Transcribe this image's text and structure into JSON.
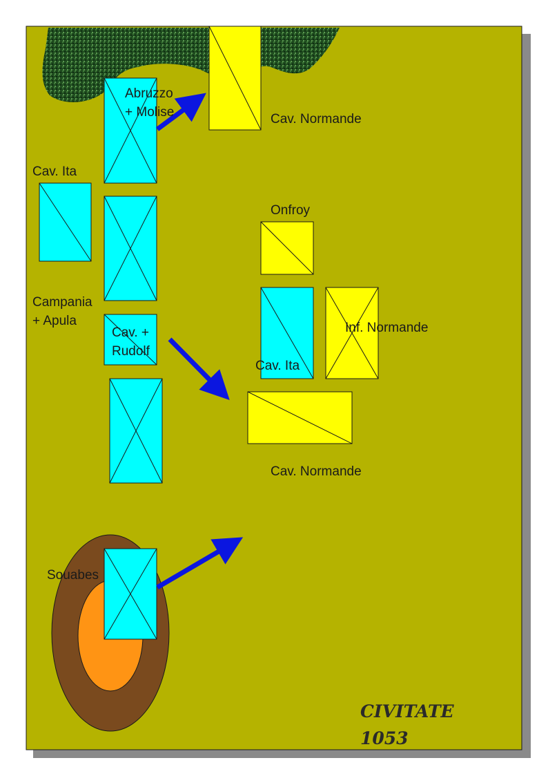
{
  "colors": {
    "field": "#b5b300",
    "forest": "#1e4a1e",
    "hill_outer": "#7a4a1e",
    "hill_inner": "#ff9414",
    "italian": "#00ffff",
    "norman": "#ffff00",
    "arrow": "#0b16e0",
    "shadow": "#8a8a8a"
  },
  "labels": {
    "abruzzo_line1": "Abruzzo",
    "abruzzo_line2": "+ Molise",
    "cav_normande_top": "Cav. Normande",
    "cav_ita_left": "Cav. Ita",
    "onfroy": "Onfroy",
    "campania_line1": "Campania",
    "campania_line2": "+ Apula",
    "cav_rudolf_line1": "Cav. +",
    "cav_rudolf_line2": "Rudolf",
    "inf_normande": "Inf. Normande",
    "cav_ita_center": "Cav. Ita",
    "cav_normande_bottom": "Cav. Normande",
    "souabes": "Souabes",
    "title_line1": "CIVITATE",
    "title_line2": "1053"
  },
  "icons": {
    "italian_unit": "cyan-unit-box",
    "norman_unit": "yellow-unit-box",
    "movement": "blue-arrow"
  }
}
